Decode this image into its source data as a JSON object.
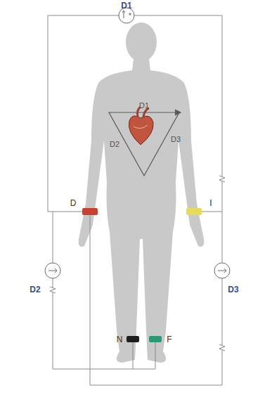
{
  "diagram": {
    "labels": [
      "D1",
      "D1",
      "D2",
      "D3",
      "D",
      "I",
      "N",
      "F",
      "D2",
      "D3"
    ]
  }
}
